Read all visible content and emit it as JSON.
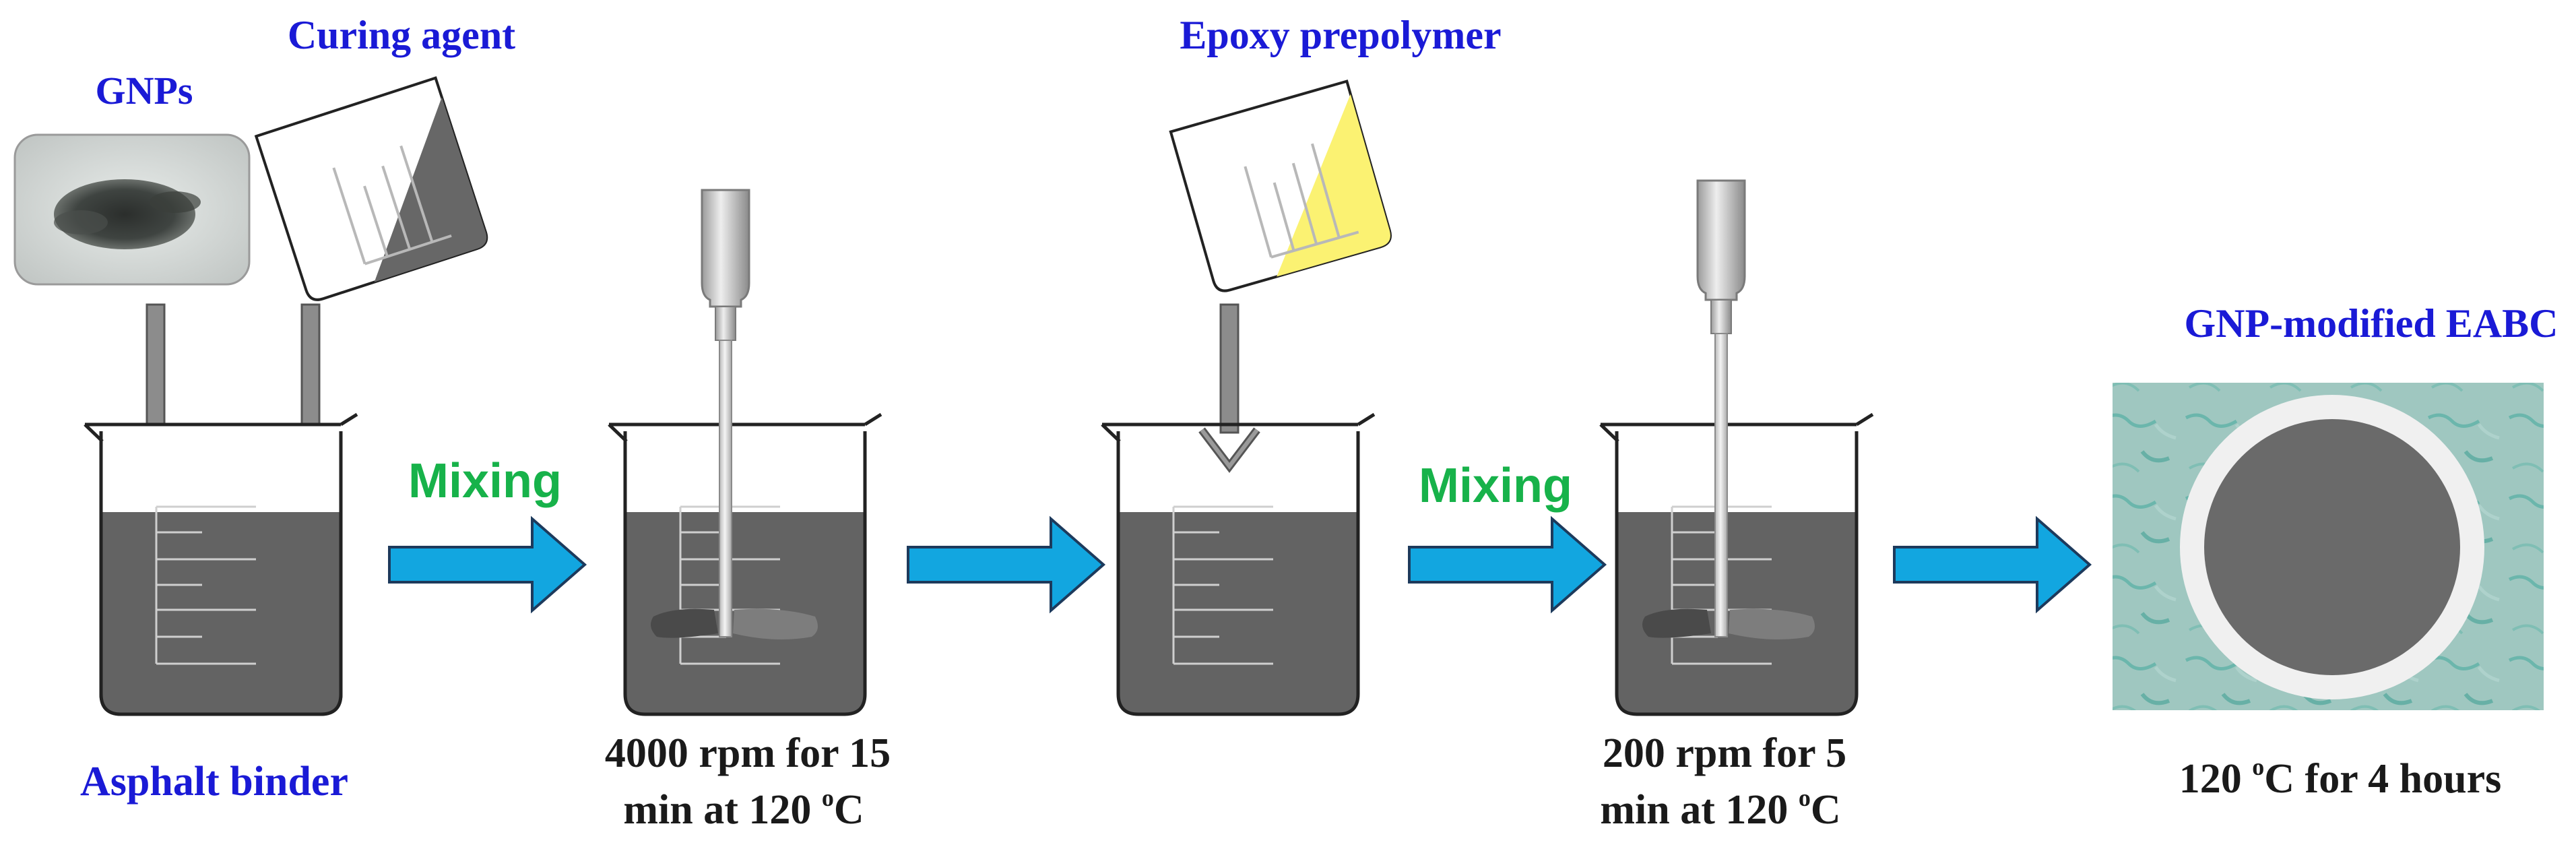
{
  "labels": {
    "gnps": "GNPs",
    "curing_agent": "Curing agent",
    "epoxy_prepolymer": "Epoxy prepolymer",
    "product": "GNP-modified EABC",
    "asphalt_binder": "Asphalt binder",
    "mixing_1": "Mixing",
    "mixing_2": "Mixing",
    "cond1_line1": "4000 rpm for 15",
    "cond1_line2": "min at 120 ",
    "cond2_line1": "200 rpm for 5",
    "cond2_line2": "min at 120 ",
    "cond3_main": "120 ",
    "cond3_tail": "C for 4 hours",
    "degree_o": "o",
    "celsius": "C"
  },
  "colors": {
    "label_blue": "#1a1ad6",
    "label_green": "#17b24a",
    "arrow_blue": "#12a6e0",
    "liquid_gray": "#636363",
    "epoxy_yellow": "#fbf272",
    "drop_arrow_gray": "#8c8c8c"
  }
}
